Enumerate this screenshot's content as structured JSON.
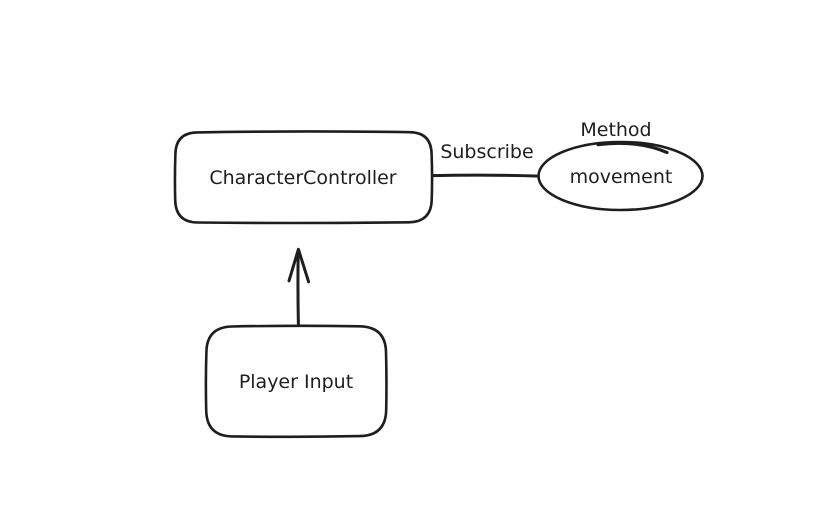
{
  "canvas": {
    "background_color": "#ffffff",
    "stroke_color": "#1e1e1e"
  },
  "nodes": {
    "character_controller": {
      "label": "CharacterController",
      "shape": "rounded-rectangle"
    },
    "movement": {
      "label": "movement",
      "shape": "ellipse"
    },
    "player_input": {
      "label": "Player Input",
      "shape": "rounded-rectangle"
    }
  },
  "edges": {
    "subscribe": {
      "label": "Subscribe",
      "from": "CharacterController",
      "to": "movement",
      "style": "plain-line"
    },
    "input_to_controller": {
      "from": "Player Input",
      "to": "CharacterController",
      "style": "open-arrow-up"
    }
  },
  "annotations": {
    "method": {
      "text": "Method",
      "attached_to": "movement"
    }
  }
}
